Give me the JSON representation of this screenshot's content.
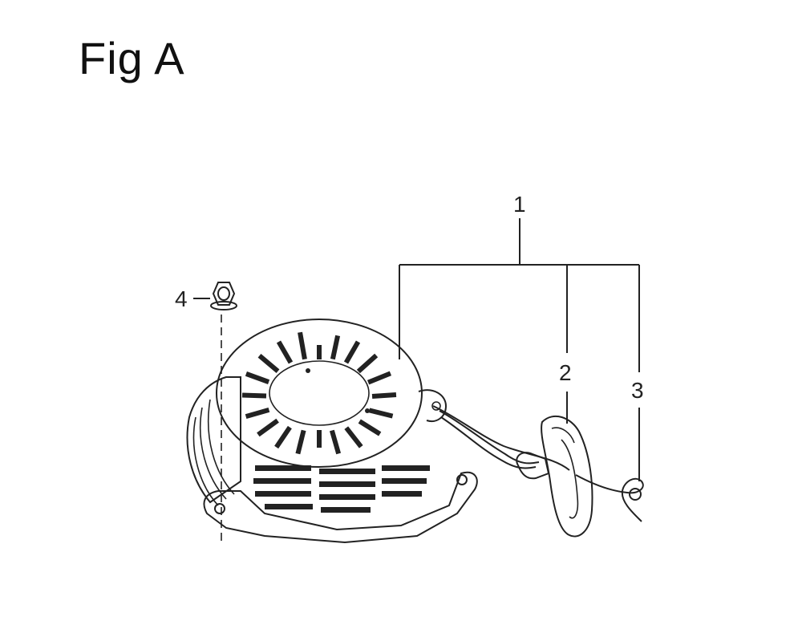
{
  "figure": {
    "title": "Fig A"
  },
  "callouts": [
    {
      "id": "1",
      "label": "1"
    },
    {
      "id": "2",
      "label": "2"
    },
    {
      "id": "3",
      "label": "3"
    },
    {
      "id": "4",
      "label": "4"
    }
  ],
  "icons": {
    "assembly": "recoil-starter-icon",
    "handle": "starter-grip-handle-icon",
    "rope": "starter-rope-icon",
    "nut": "flange-nut-icon"
  }
}
